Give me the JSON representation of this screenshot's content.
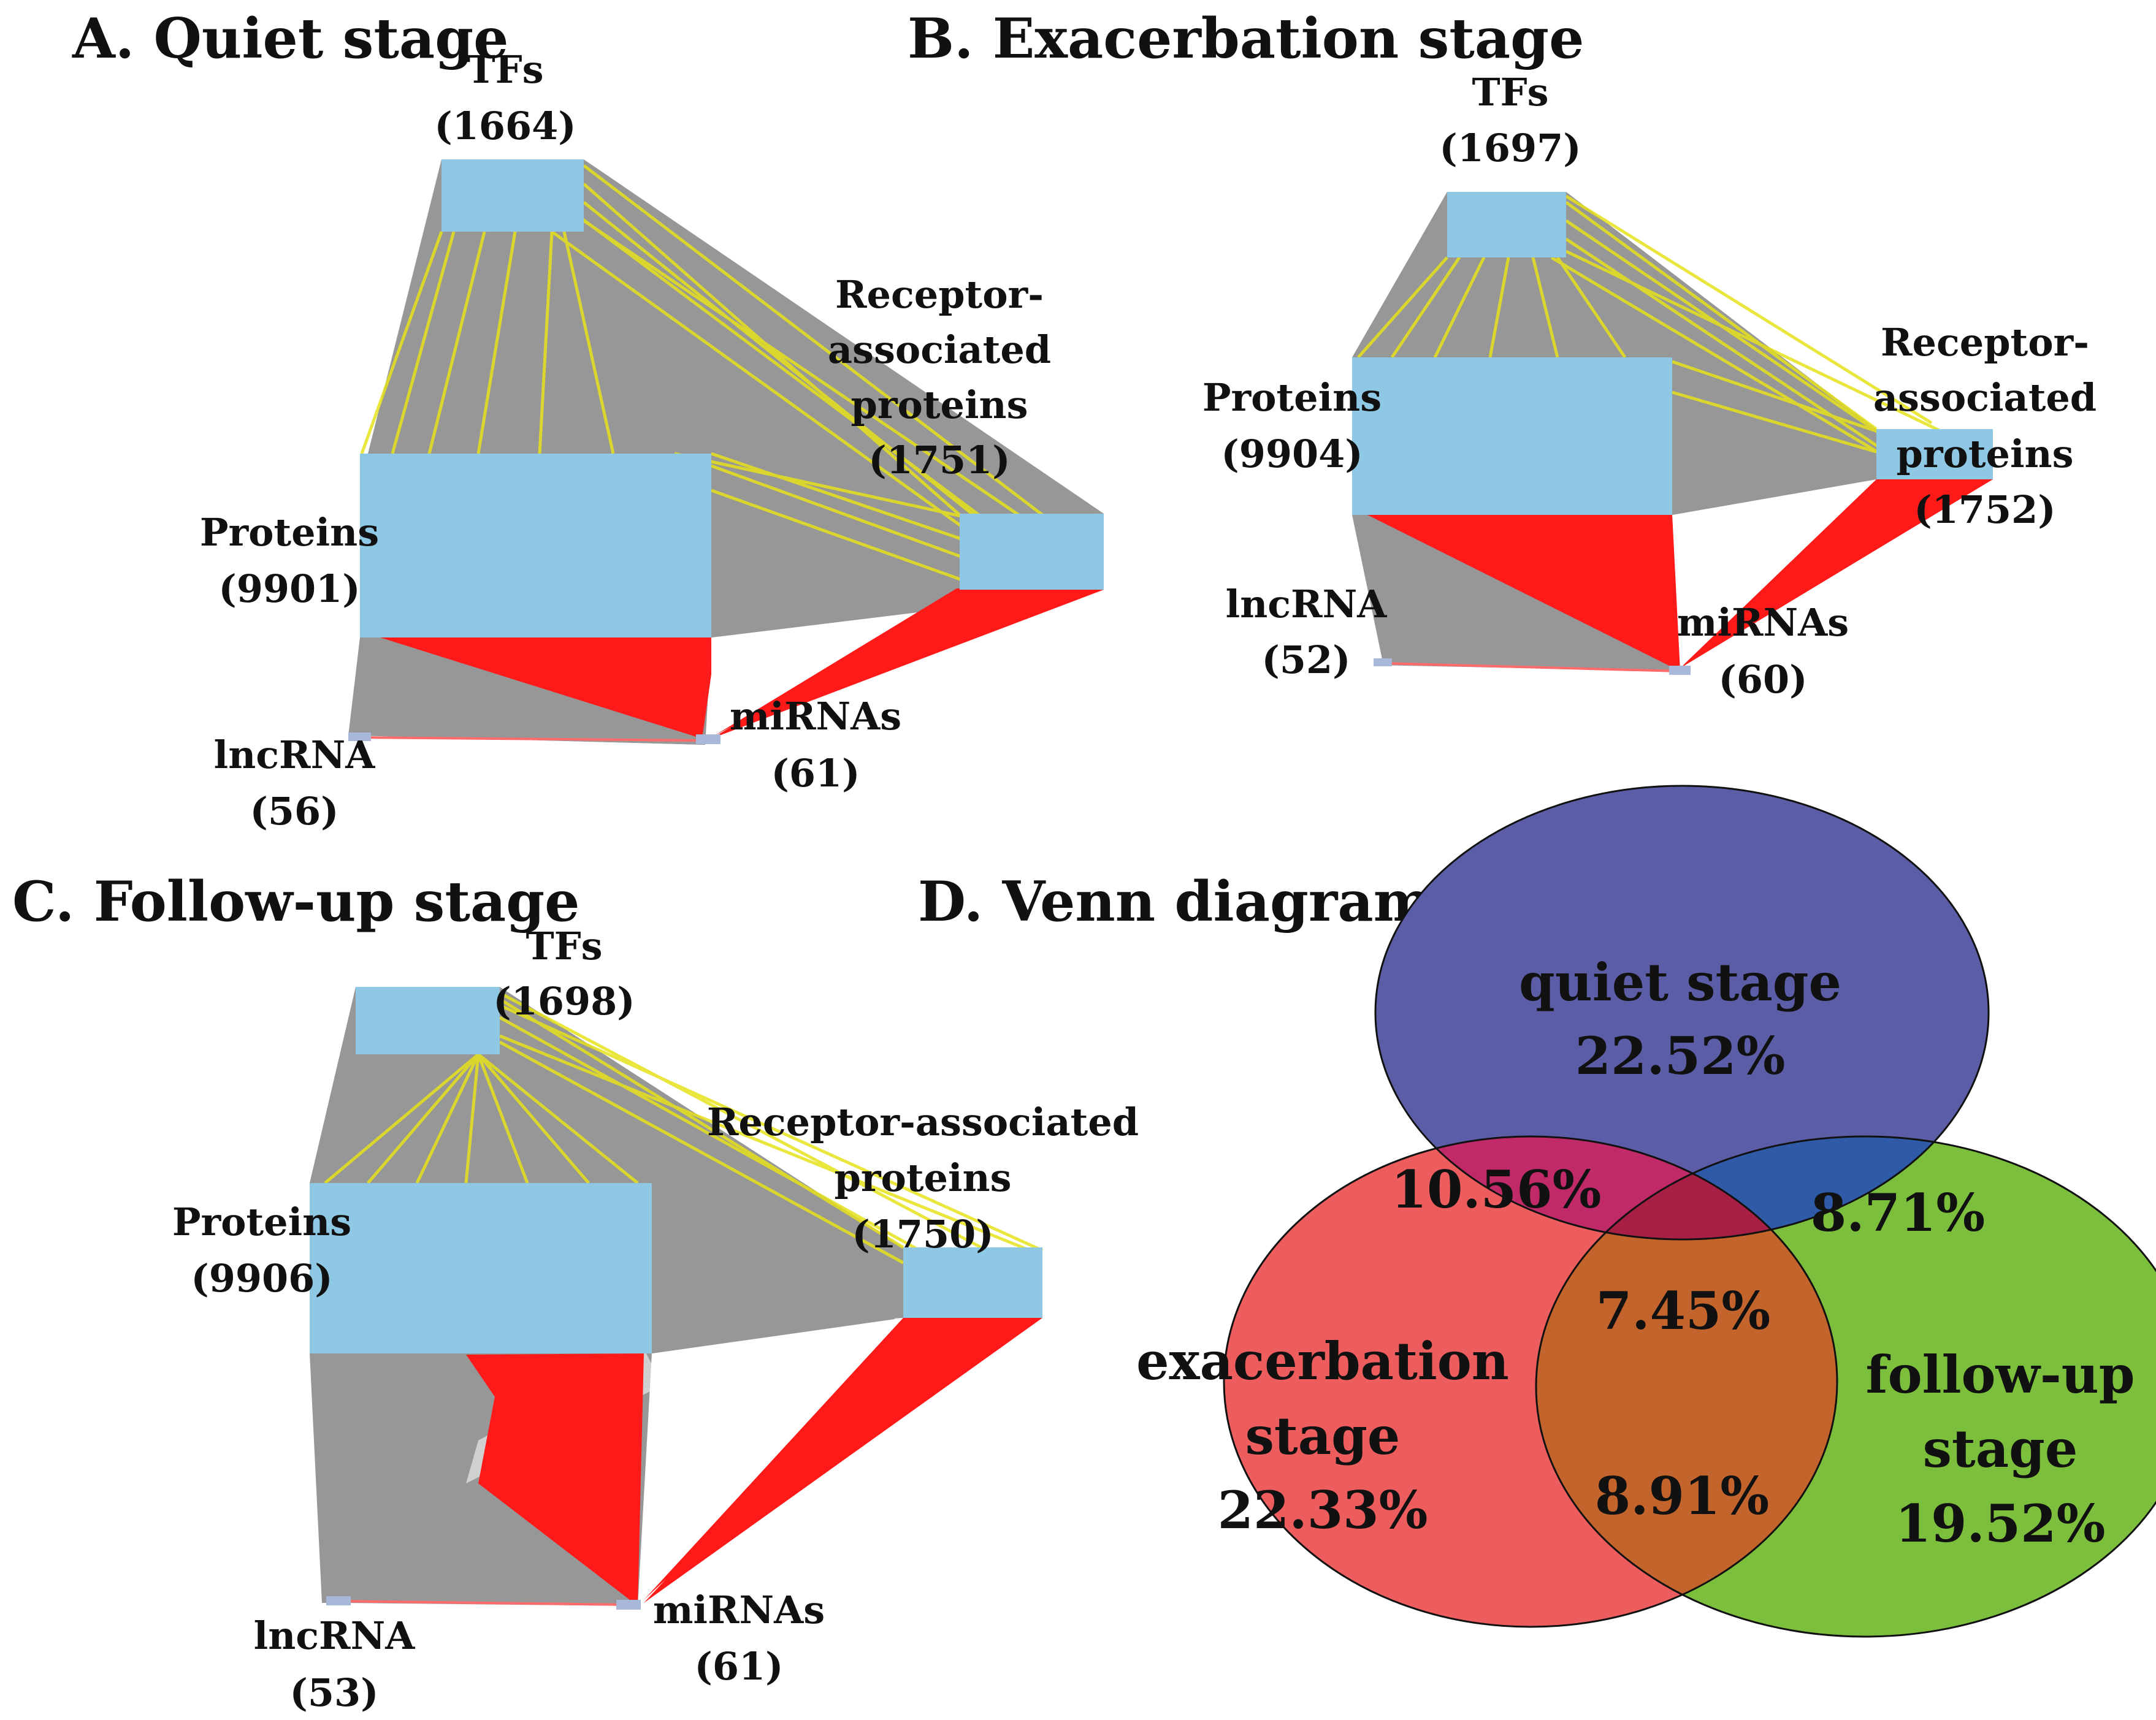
{
  "colors": {
    "edge_gray": "#8c8c8c",
    "edge_yellow": "#e6e21c",
    "edge_red": "#ff1a1a",
    "node_block": "#8ec8e4",
    "node_small": "#a9b8d8",
    "venn_quiet": "#5b5ea6",
    "venn_exacerbation": "#ee5d5d",
    "venn_followup": "#7cbf3c",
    "venn_q_e": "#c02a68",
    "venn_q_f": "#2f5aa8",
    "venn_e_f": "#c3642c",
    "venn_center": "#a81f46"
  },
  "panels": [
    {
      "title": "A. Quiet stage",
      "tfs": {
        "label": "TFs",
        "count": "(1664)"
      },
      "receptor": {
        "lines": [
          "Receptor-",
          "associated",
          "proteins",
          "(1751)"
        ]
      },
      "proteins": {
        "label": "Proteins",
        "count": "(9901)"
      },
      "lncrna": {
        "label": "lncRNA",
        "count": "(56)"
      },
      "mirnas": {
        "label": "miRNAs",
        "count": "(61)"
      }
    },
    {
      "title": "B. Exacerbation stage",
      "tfs": {
        "label": "TFs",
        "count": "(1697)"
      },
      "receptor": {
        "lines": [
          "Receptor-",
          "associated",
          "proteins",
          "(1752)"
        ]
      },
      "proteins": {
        "label": "Proteins",
        "count": "(9904)"
      },
      "lncrna": {
        "label": "lncRNA",
        "count": "(52)"
      },
      "mirnas": {
        "label": "miRNAs",
        "count": "(60)"
      }
    },
    {
      "title": "C. Follow-up stage",
      "tfs": {
        "label": "TFs",
        "count": "(1698)"
      },
      "receptor": {
        "lines": [
          "Receptor-associated",
          "proteins",
          "(1750)"
        ]
      },
      "proteins": {
        "label": "Proteins",
        "count": "(9906)"
      },
      "lncrna": {
        "label": "lncRNA",
        "count": "(53)"
      },
      "mirnas": {
        "label": "miRNAs",
        "count": "(61)"
      }
    }
  ],
  "venn": {
    "title": "D. Venn diagram of proteins",
    "quiet": {
      "line1": "quiet stage",
      "pct": "22.52%"
    },
    "exacerbation": {
      "line1": "exacerbation",
      "line2": "stage",
      "pct": "22.33%"
    },
    "followup": {
      "line1": "follow-up",
      "line2": "stage",
      "pct": "19.52%"
    },
    "quiet_exacerbation": "10.56%",
    "quiet_followup": "8.71%",
    "exacerbation_followup": "8.91%",
    "all_three": "7.45%"
  }
}
